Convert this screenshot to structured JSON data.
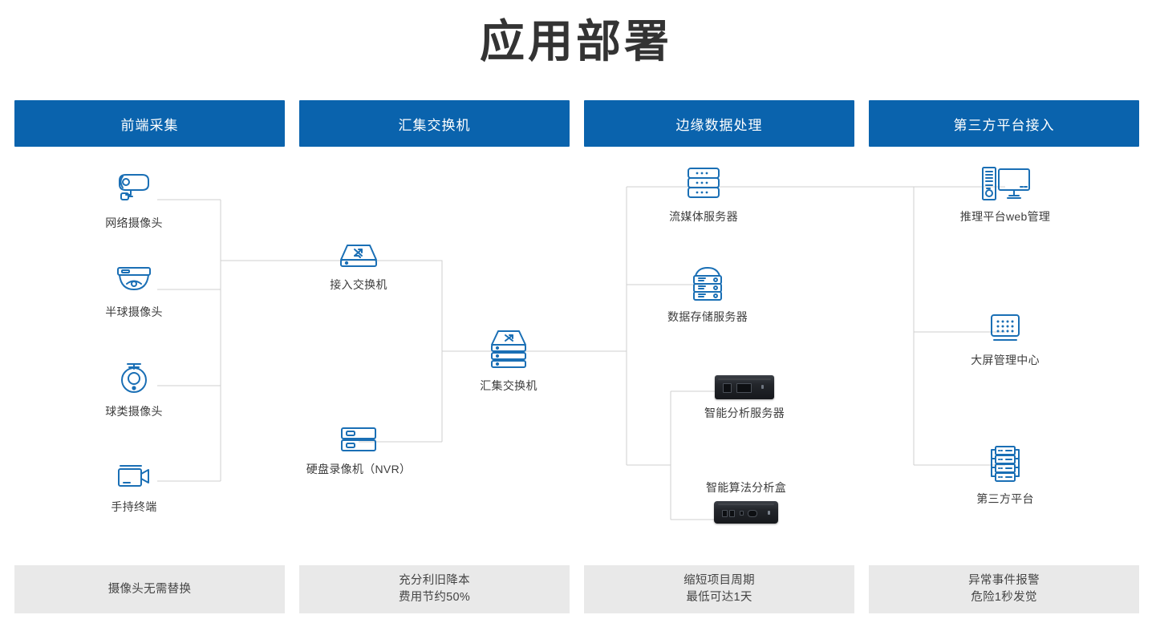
{
  "page": {
    "title": "应用部署",
    "accent_color": "#0a63ad",
    "line_color": "#cfcfcf",
    "footer_bg": "#e9e9e9",
    "icon_color": "#1a6fb5"
  },
  "columns": [
    {
      "id": "front-end-capture",
      "header": "前端采集"
    },
    {
      "id": "aggregation-switch",
      "header": "汇集交换机"
    },
    {
      "id": "edge-data-process",
      "header": "边缘数据处理"
    },
    {
      "id": "third-party-access",
      "header": "第三方平台接入"
    }
  ],
  "nodes": {
    "network_camera": {
      "label": "网络摄像头",
      "icon": "bullet-camera-icon"
    },
    "dome_camera": {
      "label": "半球摄像头",
      "icon": "dome-camera-icon"
    },
    "ptz_camera": {
      "label": "球类摄像头",
      "icon": "ptz-camera-icon"
    },
    "handheld_terminal": {
      "label": "手持终端",
      "icon": "camcorder-icon"
    },
    "access_switch": {
      "label": "接入交换机",
      "icon": "switch-icon"
    },
    "nvr": {
      "label": "硬盘录像机（NVR）",
      "icon": "nvr-icon"
    },
    "aggregation_switch": {
      "label": "汇集交换机",
      "icon": "stacked-switch-icon"
    },
    "stream_server": {
      "label": "流媒体服务器",
      "icon": "rack-server-icon"
    },
    "storage_server": {
      "label": "数据存储服务器",
      "icon": "storage-server-icon"
    },
    "ai_server": {
      "label": "智能分析服务器",
      "icon": "ai-server-photo"
    },
    "ai_box": {
      "label": "智能算法分析盒",
      "icon": "ai-box-photo"
    },
    "web_console": {
      "label": "推理平台web管理",
      "icon": "desktop-pc-icon"
    },
    "video_wall": {
      "label": "大屏管理中心",
      "icon": "video-wall-icon"
    },
    "third_party": {
      "label": "第三方平台",
      "icon": "server-cluster-icon"
    }
  },
  "footers": [
    {
      "id": "no-camera-replacement",
      "lines": [
        "摄像头无需替换"
      ]
    },
    {
      "id": "cost-saving",
      "lines": [
        "充分利旧降本",
        "费用节约50%"
      ]
    },
    {
      "id": "shorter-cycle",
      "lines": [
        "缩短项目周期",
        "最低可达1天"
      ]
    },
    {
      "id": "event-alarm",
      "lines": [
        "异常事件报警",
        "危险1秒发觉"
      ]
    }
  ]
}
